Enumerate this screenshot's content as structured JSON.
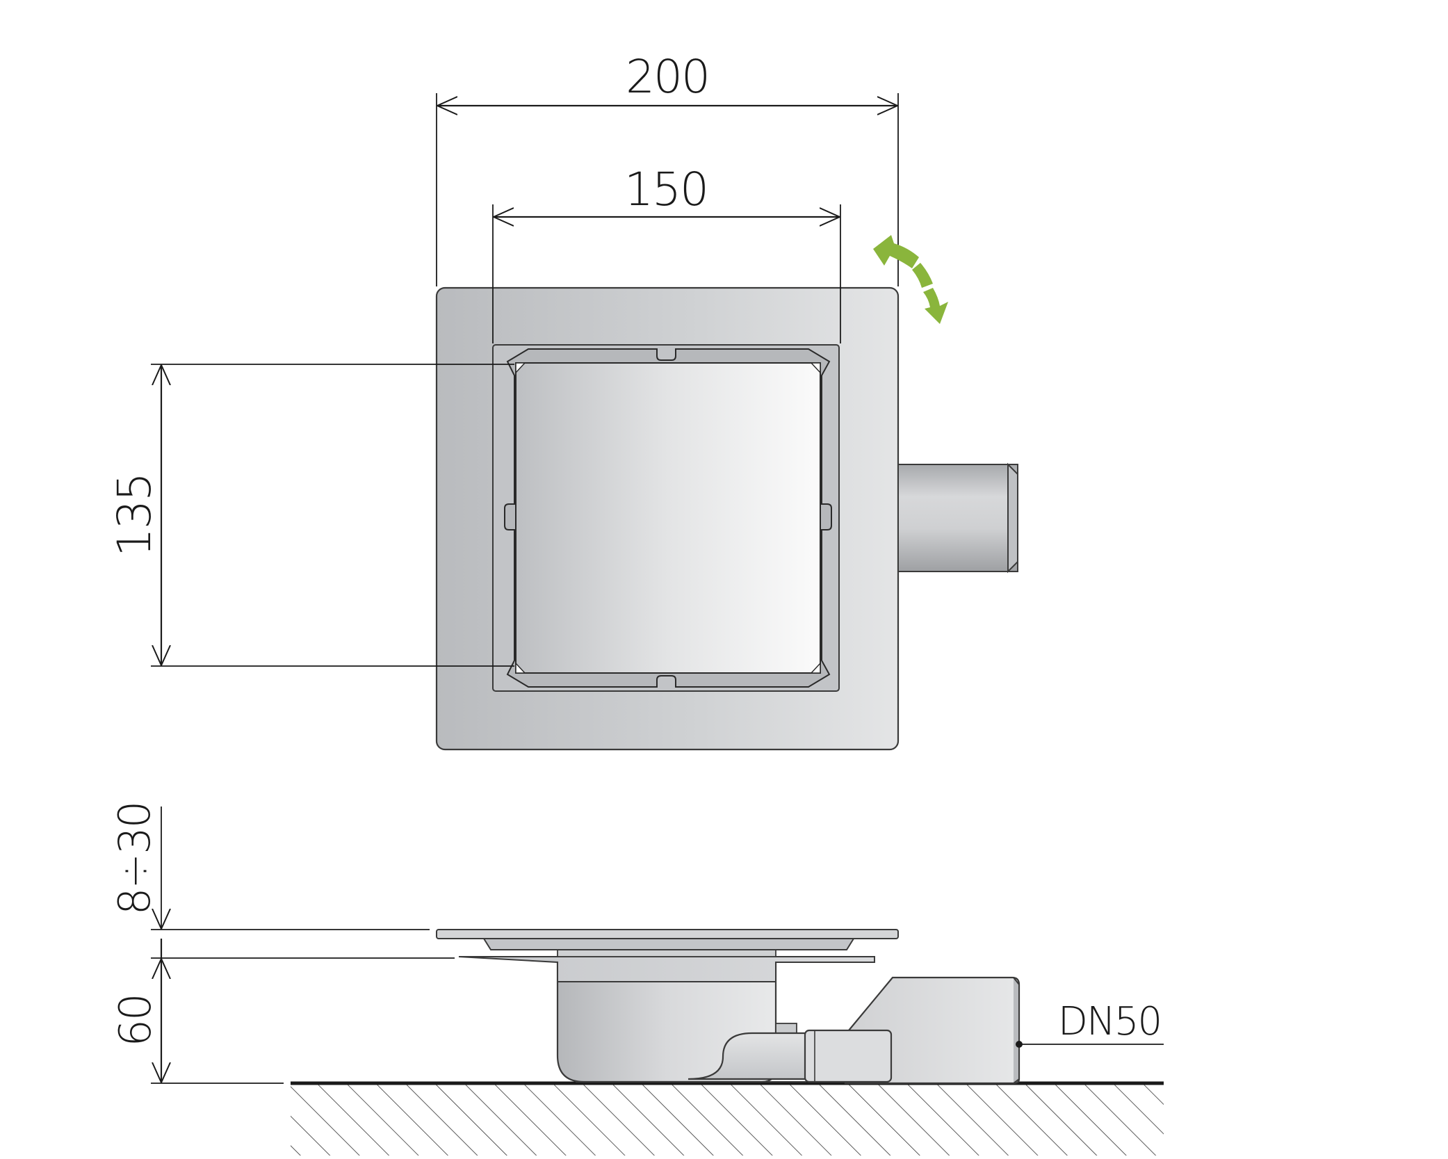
{
  "dimensions": {
    "outer_width": "200",
    "inner_width": "150",
    "grate_height": "135",
    "adjust_range": "8÷30",
    "body_height": "60",
    "outlet": "DN50"
  },
  "colors": {
    "line": "#1a1a1a",
    "metal_dark": "#bfc1c4",
    "metal_light": "#f7f7f7",
    "rotate_arrow": "#8ab53c"
  },
  "icons": {
    "rotate": "rotate-arrow-icon"
  }
}
